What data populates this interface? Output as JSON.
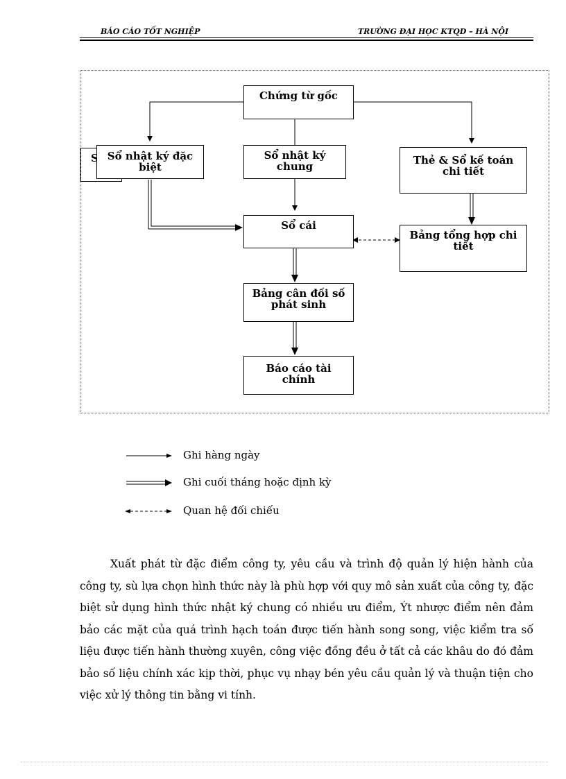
{
  "header": {
    "left": "BÁO CÁO TỐT NGHIỆP",
    "right": "TRƯỜNG ĐẠI HỌC KTQD – HÀ NỘI"
  },
  "diagram": {
    "chung_tu_goc": "Chứng từ gốc",
    "so_nk_dac_biet": "Sổ nhật ký đặc biệt",
    "so_nk_dac_biet_clipped": "S",
    "so_nk_chung": "Sổ nhật ký chung",
    "the_so_ke_toan": "Thẻ & Sổ kế toán chi tiết",
    "so_cai": "Sổ cái",
    "bang_tong_hop": "Bảng tổng hợp chi tiết",
    "bang_can_doi": "Bảng cân đối số phát sinh",
    "bao_cao_tai_chinh": "Báo cáo tài chính"
  },
  "legend": {
    "daily": "Ghi hàng ngày",
    "periodic": "Ghi cuối tháng hoặc định kỳ",
    "reconcile": "Quan hệ đối chiếu"
  },
  "paragraph": "Xuất phát từ đặc điểm công ty, yêu cầu và trình độ quản lý hiện hành của công ty, sù lựa chọn hình thức này là phù hợp với quy mô sản xuất của công ty, đặc biệt sử dụng hình thức nhật ký chung có nhiều ưu điểm, Ýt nhược điểm nên đảm bảo các mặt của quá trình hạch toán được tiến hành song song, việc kiểm tra số liệu được tiến hành thường xuyên, công việc đồng đều ở tất cả các khâu do đó đảm bảo số liệu chính xác kịp thời, phục vụ nhạy bén yêu cầu quản lý và thuận tiện cho việc xử lý thông tin bằng vi tính."
}
